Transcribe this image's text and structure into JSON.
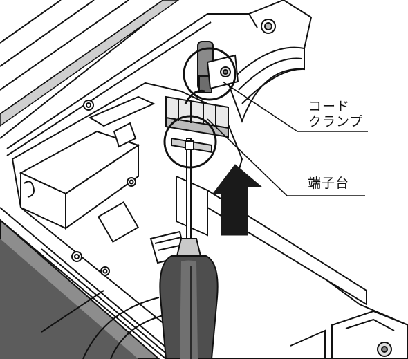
{
  "labels": {
    "cord_clamp_line1": "コード",
    "cord_clamp_line2": "クランプ",
    "terminal_block": "端子台"
  },
  "colors": {
    "line": "#111111",
    "metal_gray": "#9a9a9a",
    "dark_gray": "#5e5e5e",
    "light_gray": "#dcdcdc",
    "arrow": "#1a1a1a"
  },
  "icons": {
    "arrow": "up-arrow-icon",
    "screw": "screw-icon"
  }
}
